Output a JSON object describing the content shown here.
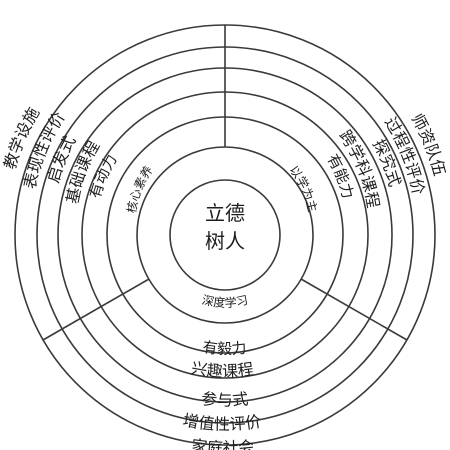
{
  "center": {
    "line1": "立德",
    "line2": "树人"
  },
  "ring_center": "核心素养",
  "ring_center_right": "以学为主",
  "ring_center_bottom": "深度学习",
  "ring_ability": {
    "left": "有动力",
    "right": "有能力",
    "bottom": "有毅力"
  },
  "ring_course": {
    "left": "基础课程",
    "right": "跨学科课程",
    "bottom": "兴趣课程"
  },
  "ring_method": {
    "left": "启发式",
    "right": "探究式",
    "bottom": "参与式"
  },
  "ring_evaluation": {
    "left": "表现性评价",
    "right": "过程性评价",
    "bottom": "增值性评价"
  },
  "ring_resource": {
    "left": "教学设施",
    "right": "师资队伍",
    "bottom": "家庭社会"
  }
}
